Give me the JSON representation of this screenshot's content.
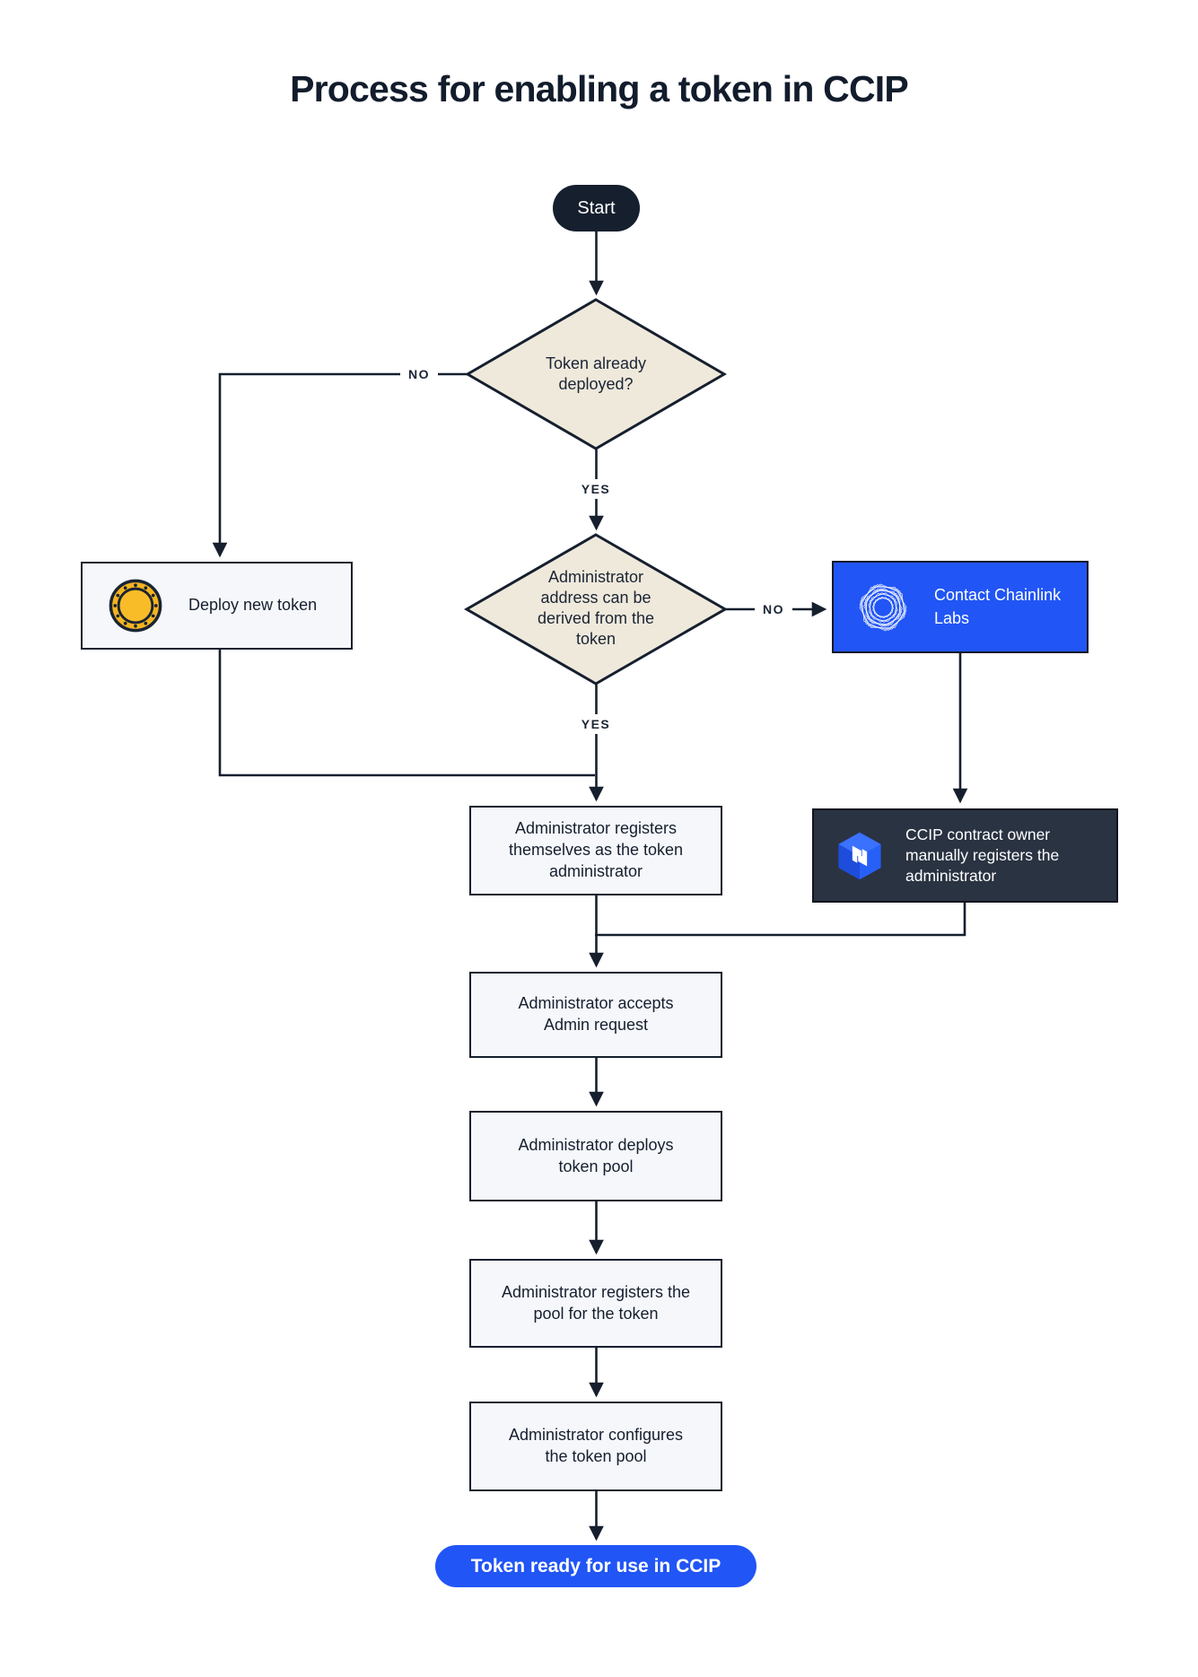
{
  "title": "Process for enabling a token in CCIP",
  "flow": {
    "start": "Start",
    "decision_token_deployed": "Token already deployed?",
    "deploy_new_token": "Deploy new token",
    "decision_admin_derivable": "Administrator address can be derived from the token",
    "contact_chainlink": "Contact Chainlink Labs",
    "register_self": "Administrator registers themselves as the token administrator",
    "manual_register": "CCIP contract owner manually registers the administrator",
    "accept_request": "Administrator accepts Admin request",
    "deploy_pool": "Administrator deploys token pool",
    "register_pool": "Administrator registers the pool for the token",
    "configure_pool": "Administrator configures the token pool",
    "ready": "Token ready for use in CCIP"
  },
  "edge_labels": {
    "deployed_no": "NO",
    "deployed_yes": "YES",
    "derivable_no": "NO",
    "derivable_yes": "YES"
  },
  "icons": {
    "coin": "gold-coin-icon",
    "chainlink_labs": "chainlink-labs-swirl-logo",
    "ccip": "ccip-cube-logo"
  },
  "colors": {
    "ink": "#161F2E",
    "decision_fill": "#EFE9DC",
    "process_fill": "#F5F7FB",
    "accent_blue": "#2155F5",
    "dark_panel": "#2A3342",
    "coin_gold": "#F5B41F"
  }
}
